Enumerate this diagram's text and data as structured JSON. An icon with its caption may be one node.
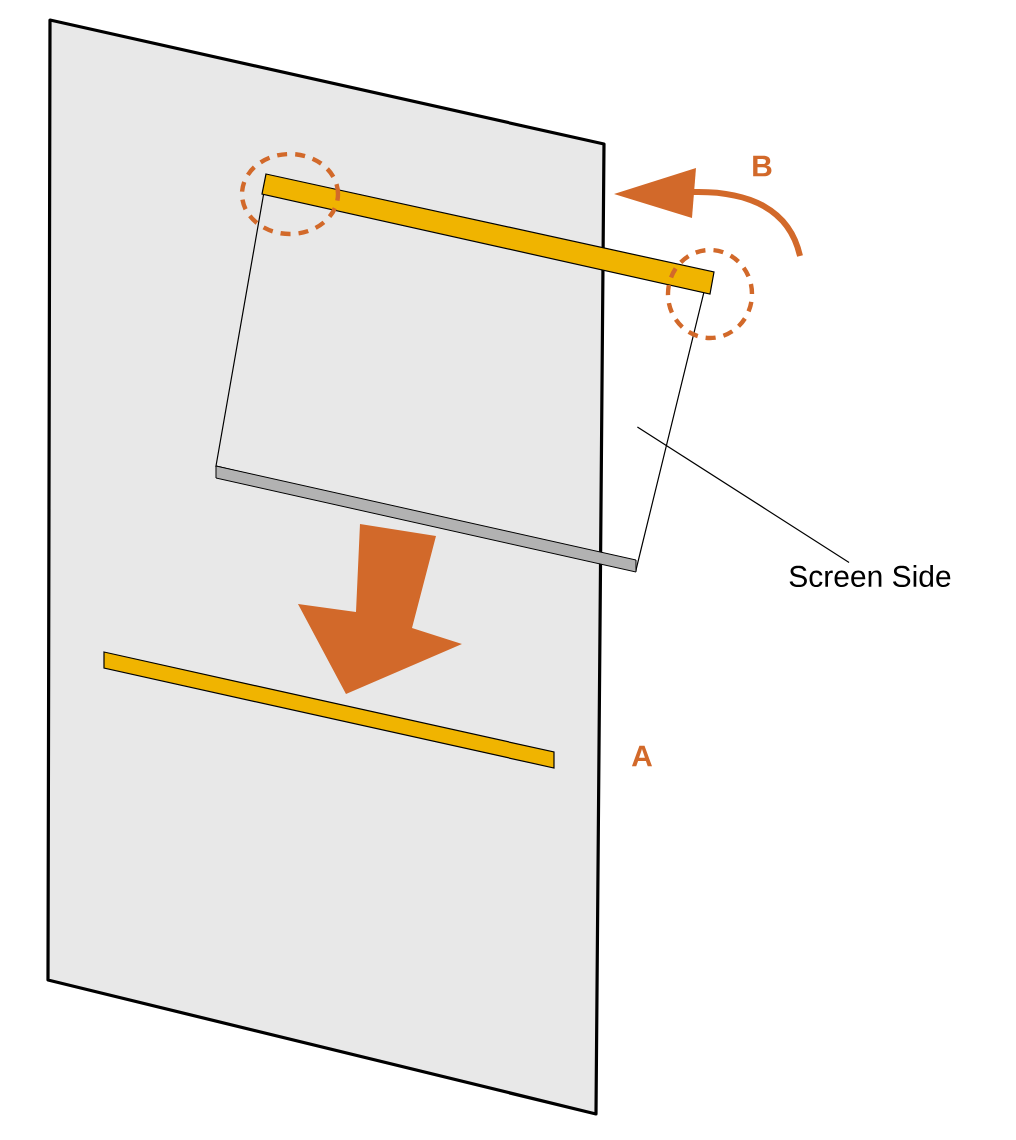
{
  "diagram": {
    "nodes": [
      {
        "text": [
          "Screen Side"
        ]
      },
      {
        "text": [],
        "shape": "box"
      }
    ],
    "edges": [
      {
        "from": 0,
        "to": 1,
        "arrow": "none"
      }
    ],
    "labels": [
      "B",
      "A"
    ]
  }
}
